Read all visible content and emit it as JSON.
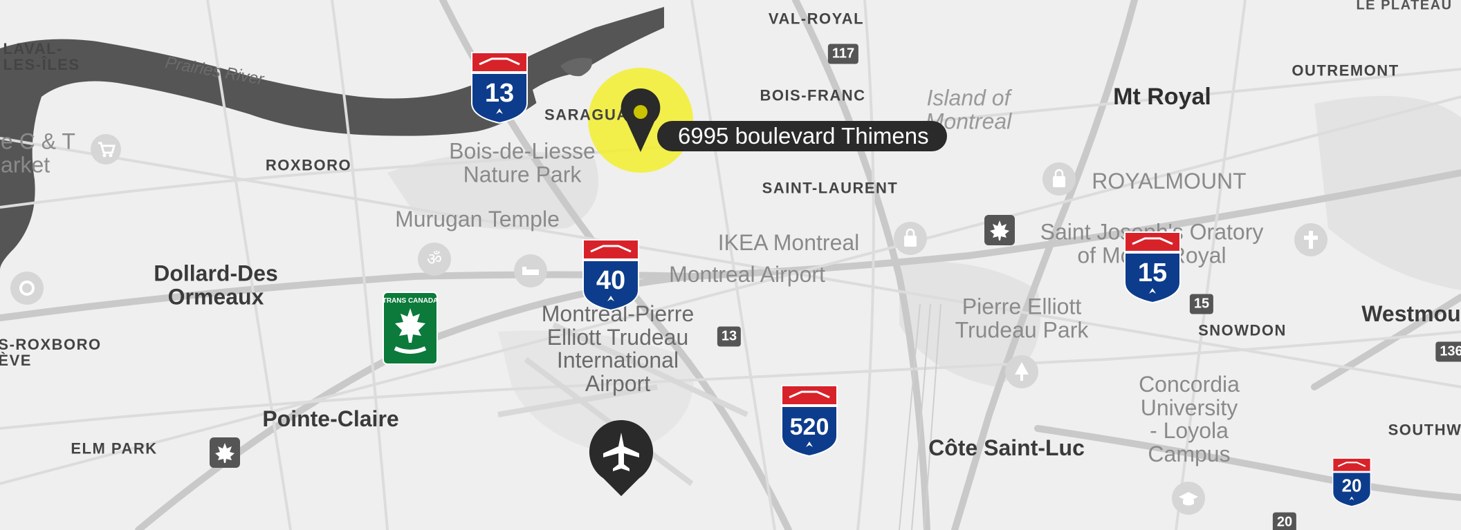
{
  "map": {
    "colors": {
      "land": "#efefef",
      "water": "#555555",
      "road": "#d0d0d0",
      "highway": "#bdbdbd",
      "park": "#e2e2e2",
      "highlight": "#f2ee2e",
      "marker": "#2a2a2a"
    },
    "marker": {
      "label": "6995 boulevard Thimens",
      "icon": "map-pin-icon"
    },
    "labels": {
      "val_royal": "VAL-ROYAL",
      "le_plateau": "LE PLATEAU",
      "laval": "LAVAL-\nLES-ÎLES",
      "prairies_river": "Prairies River",
      "saraguay": "SARAGUAY",
      "bois_franc": "BOIS-FRANC",
      "island_of_montreal": "Island of\nMontreal",
      "mt_royal": "Mt Royal",
      "outremont": "OUTREMONT",
      "roxboro": "ROXBORO",
      "bois_de_liesse": "Bois-de-Liesse\nNature Park",
      "saint_laurent": "SAINT-LAURENT",
      "royalmount": "ROYALMOUNT",
      "market": "e C & T\narket",
      "murugan_temple": "Murugan Temple",
      "ikea_montreal": "IKEA Montreal",
      "saint_joseph": "Saint Joseph's Oratory\nof Mount Royal",
      "dollard": "Dollard-Des\nOrmeaux",
      "montreal_airport": "Montreal Airport",
      "s_roxboro": "S-ROXBORO\nÈVE",
      "pierre_elliott_park": "Pierre Elliott\nTrudeau Park",
      "snowdon": "SNOWDON",
      "westmount": "Westmou",
      "trudeau_airport": "Montréal-Pierre\nElliott Trudeau\nInternational\nAirport",
      "concordia": "Concordia\nUniversity\n- Loyola\nCampus",
      "pointe_claire": "Pointe-Claire",
      "elm_park": "ELM PARK",
      "cote_saint_luc": "Côte Saint-Luc",
      "southwest": "SOUTHW"
    },
    "shields": {
      "a13": "13",
      "a40": "40",
      "a15": "15",
      "a520": "520",
      "a20": "20",
      "trans_canada": "TRANS CANADA"
    },
    "route_markers": {
      "r117": "117",
      "r13": "13",
      "r15": "15",
      "r136": "136",
      "r20": "20"
    },
    "icons": {
      "shopping": "shopping-cart-icon",
      "temple": "om-icon",
      "hotel": "bed-icon",
      "mall": "shopping-bag-icon",
      "church": "cross-icon",
      "park": "tree-icon",
      "university": "graduation-cap-icon",
      "airport": "airplane-icon"
    }
  }
}
